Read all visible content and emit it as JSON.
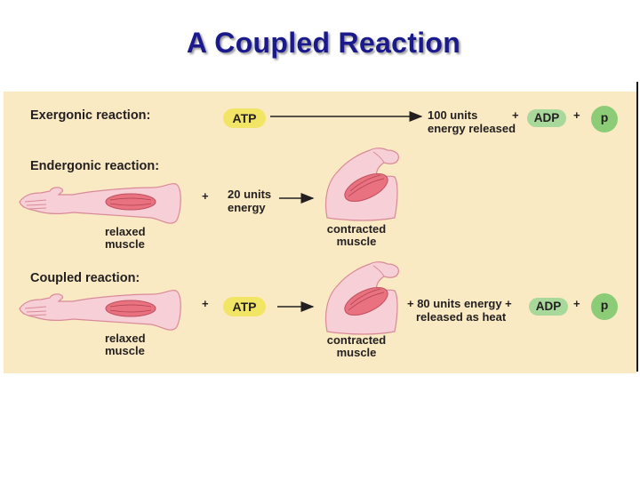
{
  "slide": {
    "title": "A Coupled Reaction"
  },
  "exergonic": {
    "heading": "Exergonic reaction:",
    "atp": "ATP",
    "energy_line1": "100 units",
    "energy_line2": "energy released",
    "plus1": "+",
    "adp": "ADP",
    "plus2": "+",
    "p": "p"
  },
  "endergonic": {
    "heading": "Endergonic reaction:",
    "plus": "+",
    "energy_line1": "20 units",
    "energy_line2": "energy",
    "relaxed_line1": "relaxed",
    "relaxed_line2": "muscle",
    "contracted_line1": "contracted",
    "contracted_line2": "muscle"
  },
  "coupled": {
    "heading": "Coupled reaction:",
    "plus1": "+",
    "atp": "ATP",
    "energy_line1": "+ 80 units energy +",
    "energy_line2": "released as heat",
    "adp": "ADP",
    "plus2": "+",
    "p": "p",
    "relaxed_line1": "relaxed",
    "relaxed_line2": "muscle",
    "contracted_line1": "contracted",
    "contracted_line2": "muscle"
  },
  "colors": {
    "title": "#1a1a8c",
    "panel": "#faeac3",
    "atp": "#f2e566",
    "adp": "#a9d89b",
    "phosphate": "#8ccc77",
    "skin": "#f7cfd6",
    "skin_outline": "#d98a98",
    "muscle": "#e8727f"
  }
}
